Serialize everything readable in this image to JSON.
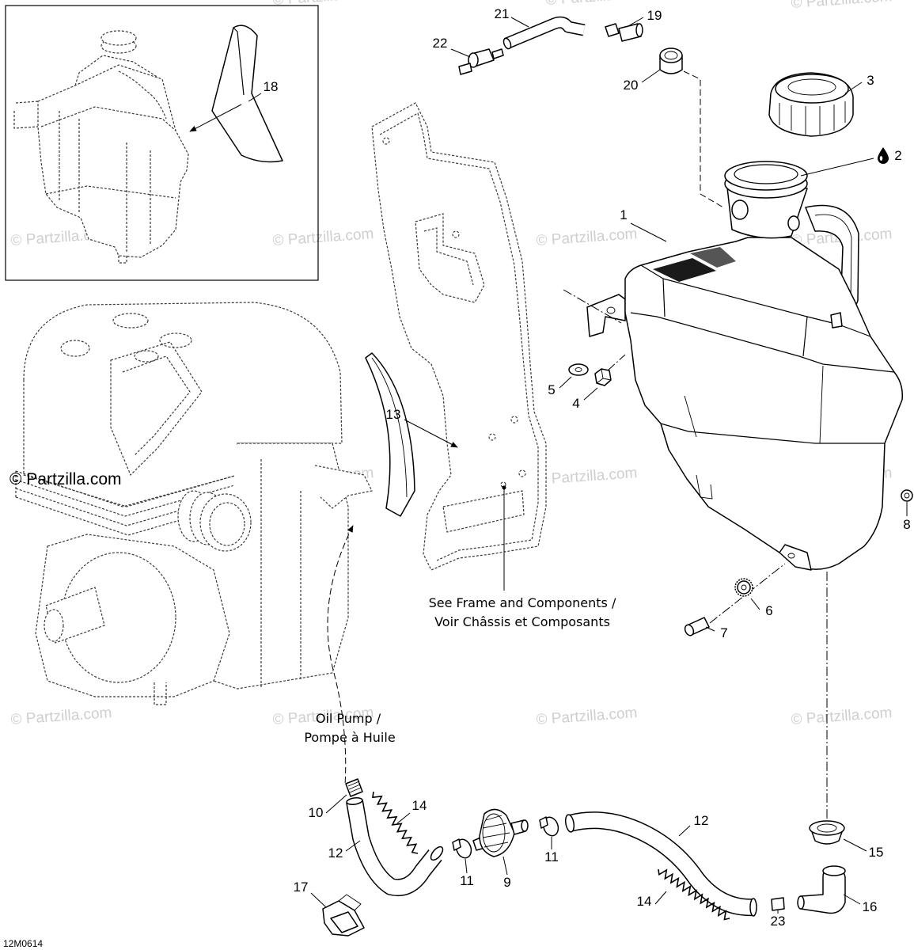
{
  "figure_code": "12M0614",
  "copyright": "© Partzilla.com",
  "watermark": "© Partzilla.com",
  "callouts": [
    "21",
    "19",
    "22",
    "20",
    "18",
    "3",
    "2",
    "1",
    "5",
    "4",
    "13",
    "8",
    "6",
    "7",
    "10",
    "14",
    "12",
    "15",
    "12",
    "11",
    "11",
    "9",
    "17",
    "14",
    "16",
    "23"
  ],
  "notes": {
    "frame_line1": "See Frame and Components /",
    "frame_line2": "Voir Châssis et Composants",
    "pump_line1": "Oil Pump /",
    "pump_line2": "Pompe à Huile"
  },
  "icons": {
    "callout_2": "oil-drop-icon"
  }
}
